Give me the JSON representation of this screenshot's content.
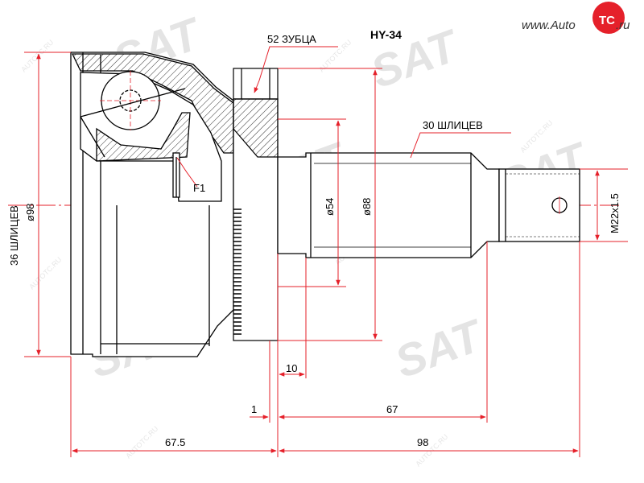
{
  "part_number": "HY-34",
  "logo": {
    "prefix": "www.Auto",
    "badge": "TC",
    "suffix": ".ru",
    "color": "#e5202a"
  },
  "watermarks": {
    "brand": "SAT",
    "site": "AUTOTC.RU"
  },
  "labels": {
    "teeth": "52 ЗУБЦА",
    "outer_splines": "30 ШЛИЦЕВ",
    "inner_splines": "36 ШЛИЦЕВ",
    "f1": "F1",
    "dia_98": "ø98",
    "dia_54": "ø54",
    "dia_88": "ø88",
    "thread": "M22x1.5"
  },
  "dimensions": {
    "d10": "10",
    "d1": "1",
    "d67": "67",
    "d67_5": "67.5",
    "d98": "98"
  },
  "colors": {
    "leader": "#e5202a",
    "outline": "#000000"
  }
}
